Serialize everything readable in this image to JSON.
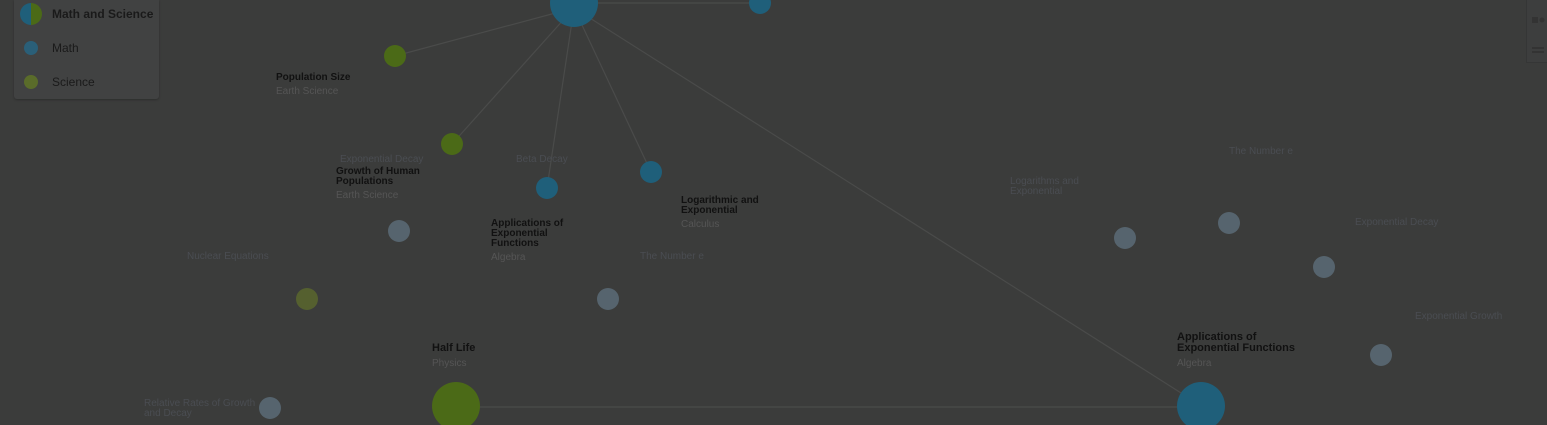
{
  "legend": {
    "items": [
      {
        "label": "Math and Science",
        "icon": "split-circle-icon"
      },
      {
        "label": "Math",
        "icon": "blue-circle-icon"
      },
      {
        "label": "Science",
        "icon": "green-circle-icon"
      }
    ]
  },
  "colors": {
    "background": "#3b3c3b",
    "math": "#1f5f7a",
    "science": "#4b6a17",
    "edge": "#4a4b4a",
    "dim_node": "#566068"
  },
  "labels": {
    "population_size": {
      "title": "Population Size",
      "subtitle": "Earth Science"
    },
    "exponential_decay_1": {
      "title": "Exponential Decay",
      "subtitle": ""
    },
    "growth_human": {
      "title": "Growth of Human Populations",
      "subtitle": "Earth Science"
    },
    "beta_decay": {
      "title": "Beta Decay",
      "subtitle": ""
    },
    "applications_small": {
      "title": "Applications of Exponential Functions",
      "subtitle": "Algebra"
    },
    "log_exp": {
      "title": "Logarithmic and Exponential",
      "subtitle": "Calculus"
    },
    "nuclear_equations": {
      "title": "Nuclear Equations",
      "subtitle": ""
    },
    "number_e_1": {
      "title": "The Number e",
      "subtitle": ""
    },
    "half_life": {
      "title": "Half Life",
      "subtitle": "Physics"
    },
    "relative_rates": {
      "title": "Relative Rates of Growth and Decay",
      "subtitle": ""
    },
    "log_exp_2": {
      "title": "Logarithms and Exponential",
      "subtitle": ""
    },
    "number_e_2": {
      "title": "The Number e",
      "subtitle": ""
    },
    "exponential_decay_2": {
      "title": "Exponential Decay",
      "subtitle": ""
    },
    "exponential_growth": {
      "title": "Exponential Growth",
      "subtitle": ""
    },
    "applications_big": {
      "title": "Applications of Exponential Functions",
      "subtitle": "Algebra"
    }
  }
}
